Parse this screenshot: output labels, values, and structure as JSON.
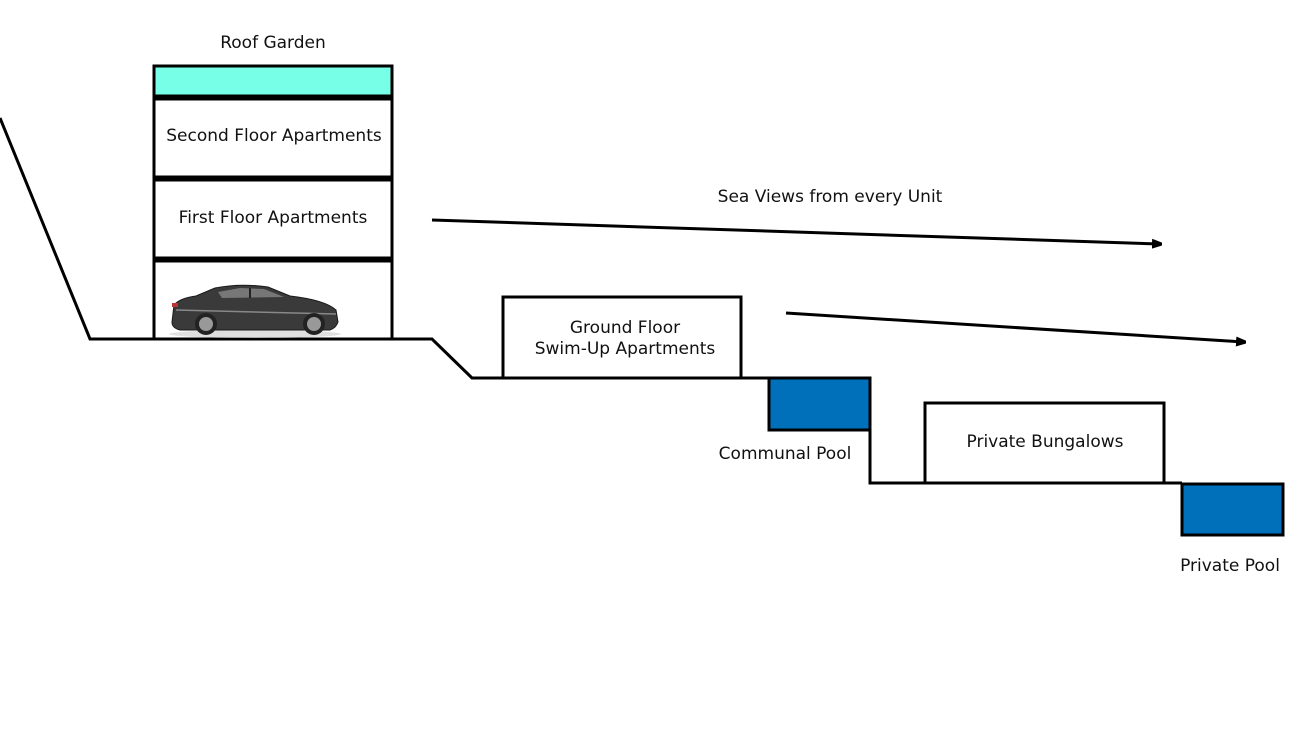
{
  "diagram": {
    "labels": {
      "roof_garden": "Roof Garden",
      "second_floor": "Second Floor Apartments",
      "first_floor": "First Floor Apartments",
      "ground_floor_line1": "Ground Floor",
      "ground_floor_line2": "Swim-Up Apartments",
      "communal_pool": "Communal Pool",
      "private_bungalows": "Private Bungalows",
      "private_pool": "Private Pool",
      "sea_views": "Sea Views from every Unit"
    },
    "colors": {
      "roof_garden": "#77FFE8",
      "pool": "#0070BA",
      "stroke": "#000000"
    }
  }
}
